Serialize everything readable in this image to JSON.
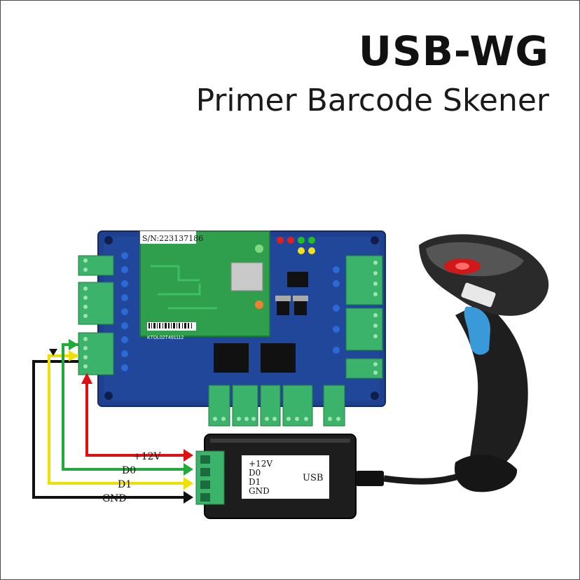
{
  "header": {
    "title": "USB-WG",
    "subtitle": "Primer Barcode Skener"
  },
  "board": {
    "serial_label": "S/N:223137186",
    "barcode_text": "KTDL02T491112"
  },
  "wires": [
    {
      "label": "+12V",
      "color": "#e01010"
    },
    {
      "label": "D0",
      "color": "#1faa3a"
    },
    {
      "label": "D1",
      "color": "#f0e000"
    },
    {
      "label": "GND",
      "color": "#111111"
    }
  ],
  "converter": {
    "pins": [
      "+12V",
      "D0",
      "D1",
      "GND"
    ],
    "port_label": "USB"
  },
  "colors": {
    "board": "#1f3f8f",
    "terminal": "#3bb36a",
    "module": "#2f9e4d",
    "scanner_body": "#1e1e1e",
    "scanner_accent": "#3a9ad9"
  }
}
